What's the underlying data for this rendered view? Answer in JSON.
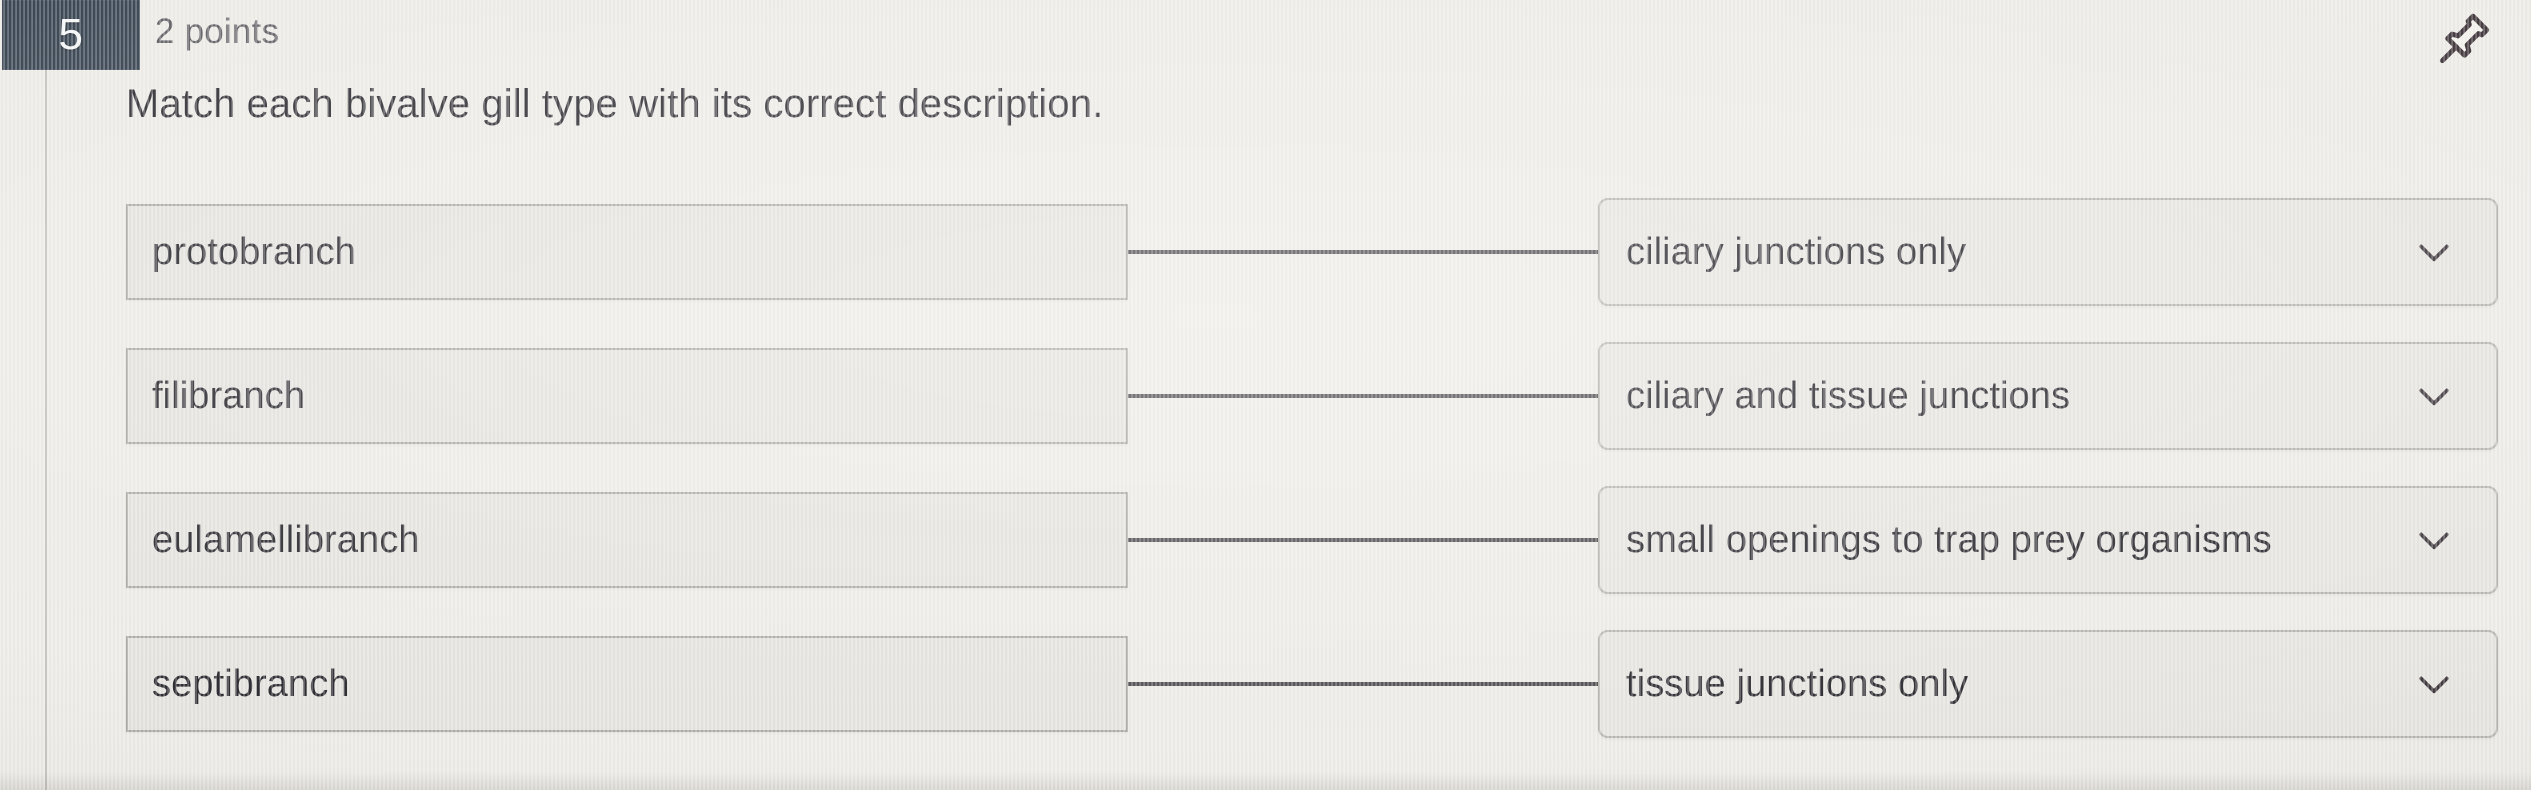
{
  "header": {
    "question_number": "5",
    "points_label": "2 points",
    "pin_icon": "pushpin-icon"
  },
  "question": {
    "prompt": "Match each bivalve gill type with its correct description."
  },
  "match": {
    "rows": [
      {
        "term": "protobranch",
        "answer": "ciliary junctions only",
        "chevron": "chevron-down-icon"
      },
      {
        "term": "filibranch",
        "answer": "ciliary and tissue junctions",
        "chevron": "chevron-down-icon"
      },
      {
        "term": "eulamellibranch",
        "answer": "small openings to trap prey organisms",
        "chevron": "chevron-down-icon"
      },
      {
        "term": "septibranch",
        "answer": "tissue junctions only",
        "chevron": "chevron-down-icon"
      }
    ]
  },
  "colors": {
    "badge_background": "#323e4c",
    "badge_text": "#f4f5f6",
    "page_background": "#eceae5",
    "box_fill": "#e3e1dc",
    "box_border": "#a9a7a2",
    "select_fill": "#e5e3de",
    "select_border": "#b4b2ad",
    "connector_line": "#4a474a",
    "body_text": "#26252b",
    "points_text": "#5d5c61"
  }
}
